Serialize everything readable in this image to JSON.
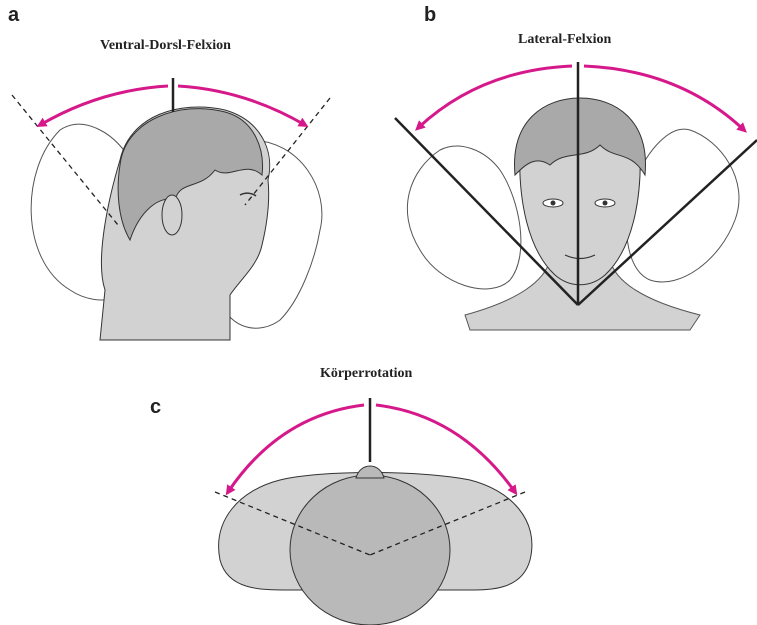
{
  "colors": {
    "arrow": "#d6198a",
    "line": "#222222",
    "head_fill": "#b9b9b9",
    "skin_fill": "#d2d2d2",
    "outline_fill": "#ffffff"
  },
  "panels": {
    "a": {
      "letter": "a",
      "title": "Ventral-Dorsl-Felxion"
    },
    "b": {
      "letter": "b",
      "title": "Lateral-Felxion"
    },
    "c": {
      "letter": "c",
      "title": "Körperrotation"
    }
  }
}
